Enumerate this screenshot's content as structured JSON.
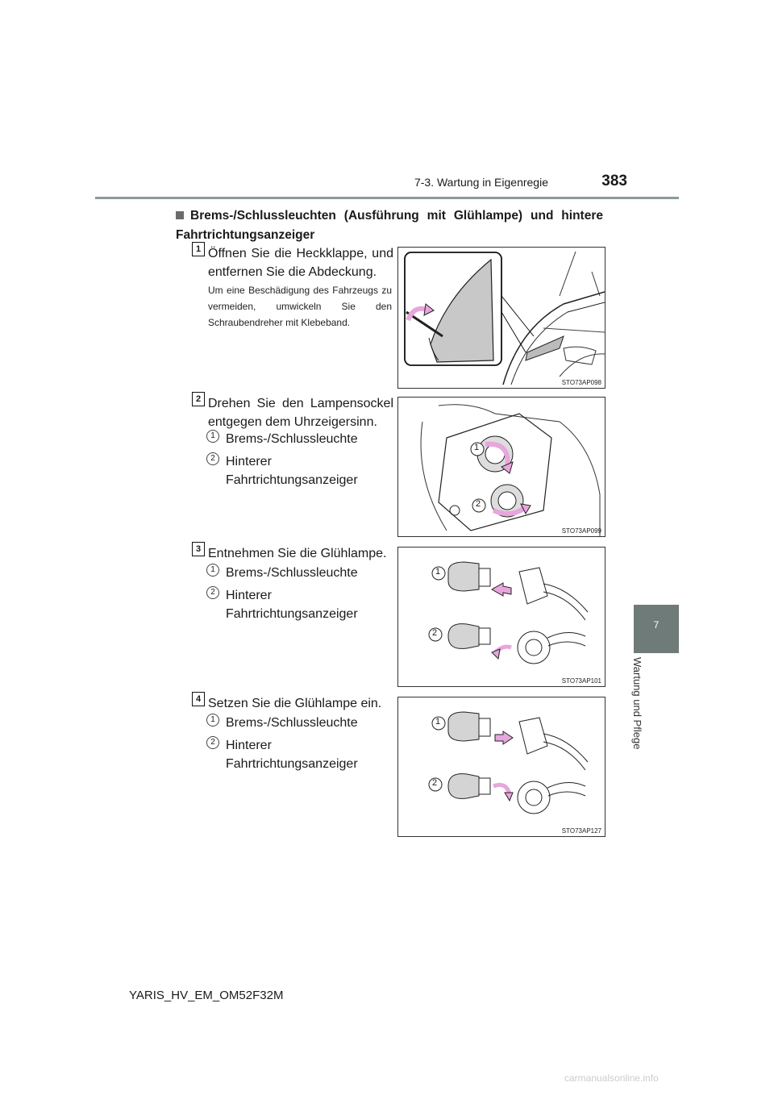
{
  "header": {
    "section": "7-3. Wartung in Eigenregie",
    "page_number": "383"
  },
  "side": {
    "chapter": "7",
    "chapter_label": "Wartung und Pflege"
  },
  "title": "Brems-/Schlussleuchten (Ausführung mit Glühlampe) und hintere Fahrtrichtungsanzeiger",
  "steps": [
    {
      "num": "1",
      "text": "Öffnen Sie die Heckklappe, und entfernen Sie die Abdeckung.",
      "note": "Um eine Beschädigung des Fahrzeugs zu vermeiden, umwickeln Sie den Schraubendreher mit Klebeband.",
      "figure_code": "STO73AP098"
    },
    {
      "num": "2",
      "text": "Drehen Sie den Lampensockel entgegen dem Uhrzeigersinn.",
      "items": [
        "Brems-/Schlussleuchte",
        "Hinterer Fahrtrichtungsanzeiger"
      ],
      "figure_code": "STO73AP099"
    },
    {
      "num": "3",
      "text": "Entnehmen Sie die Glühlampe.",
      "items": [
        "Brems-/Schlussleuchte",
        "Hinterer Fahrtrichtungsanzeiger"
      ],
      "figure_code": "STO73AP101"
    },
    {
      "num": "4",
      "text": "Setzen Sie die Glühlampe ein.",
      "items": [
        "Brems-/Schlussleuchte",
        "Hinterer Fahrtrichtungsanzeiger"
      ],
      "figure_code": "STO73AP127"
    }
  ],
  "callouts": [
    "1",
    "2"
  ],
  "footer": "YARIS_HV_EM_OM52F32M",
  "watermark": "carmanualsonline.info",
  "colors": {
    "tab": "#6f7b78",
    "arrow": "#e7a6dc",
    "rule": "#8b9a9b"
  }
}
